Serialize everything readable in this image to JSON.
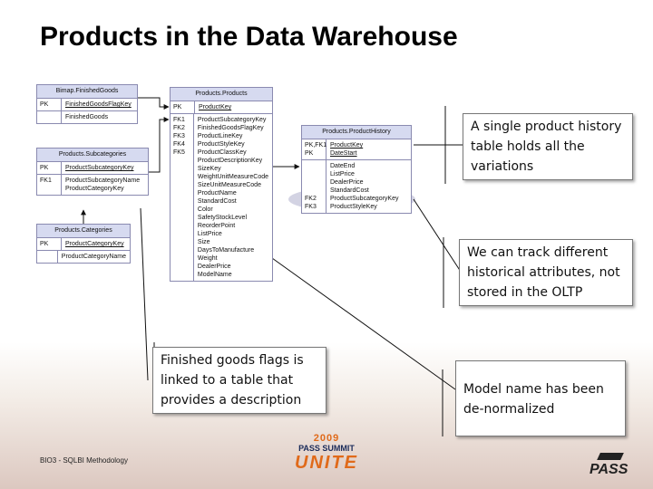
{
  "title": "Products in the Data Warehouse",
  "footer": "BIO3 - SQLBI Methodology",
  "tables": {
    "finished_goods": {
      "header": "Bimap.FinishedGoods",
      "rows": [
        {
          "key": "PK",
          "cols": [
            "FinishedGoodsFlagKey"
          ],
          "underline": true
        },
        {
          "key": "",
          "cols": [
            "FinishedGoods"
          ],
          "underline": false
        }
      ]
    },
    "subcategories": {
      "header": "Products.Subcategories",
      "rows": [
        {
          "key": "PK",
          "cols": [
            "ProductSubcategoryKey"
          ],
          "underline": true
        },
        {
          "key": "FK1",
          "cols": [
            "ProductSubcategoryName",
            "ProductCategoryKey"
          ],
          "underline": false
        }
      ]
    },
    "categories": {
      "header": "Products.Categories",
      "rows": [
        {
          "key": "PK",
          "cols": [
            "ProductCategoryKey"
          ],
          "underline": true
        },
        {
          "key": "",
          "cols": [
            "ProductCategoryName"
          ],
          "underline": false
        }
      ]
    },
    "products": {
      "header": "Products.Products",
      "rows": [
        {
          "key": "PK",
          "cols": [
            "ProductKey"
          ],
          "underline": true
        },
        {
          "key": "FK1\nFK2\nFK3\nFK4\nFK5",
          "cols": [
            "ProductSubcategoryKey",
            "FinishedGoodsFlagKey",
            "ProductLineKey",
            "ProductStyleKey",
            "ProductClassKey",
            "ProductDescriptionKey",
            "SizeKey",
            "WeightUnitMeasureCode",
            "SizeUnitMeasureCode",
            "ProductName",
            "StandardCost",
            "Color",
            "SafetyStockLevel",
            "ReorderPoint",
            "ListPrice",
            "Size",
            "DaysToManufacture",
            "Weight",
            "DealerPrice",
            "ModelName"
          ],
          "underline": false
        }
      ]
    },
    "history": {
      "header": "Products.ProductHistory",
      "rows": [
        {
          "key": "PK,FK1\nPK",
          "cols": [
            "ProductKey",
            "DateStart"
          ],
          "underline": true
        },
        {
          "key": "\n\n\n\nFK2\nFK3",
          "cols": [
            "DateEnd",
            "ListPrice",
            "DealerPrice",
            "StandardCost",
            "ProductSubcategoryKey",
            "ProductStyleKey"
          ],
          "underline": false
        }
      ]
    }
  },
  "callouts": {
    "history": "A single product history table holds all the variations",
    "track": "We can track different historical attributes, not stored in the OLTP",
    "flags": "Finished goods flags is linked to a table that provides a description",
    "model": "Model name has been de-normalized"
  },
  "logo": {
    "year": "2009",
    "event": "PASS SUMMIT",
    "name": "UNITE",
    "brand": "PASS"
  },
  "colors": {
    "table_header": "#d6daf0",
    "table_border": "#8a8ab0",
    "highlight": "#c8c8dc",
    "logo_orange": "#e06a1a"
  }
}
